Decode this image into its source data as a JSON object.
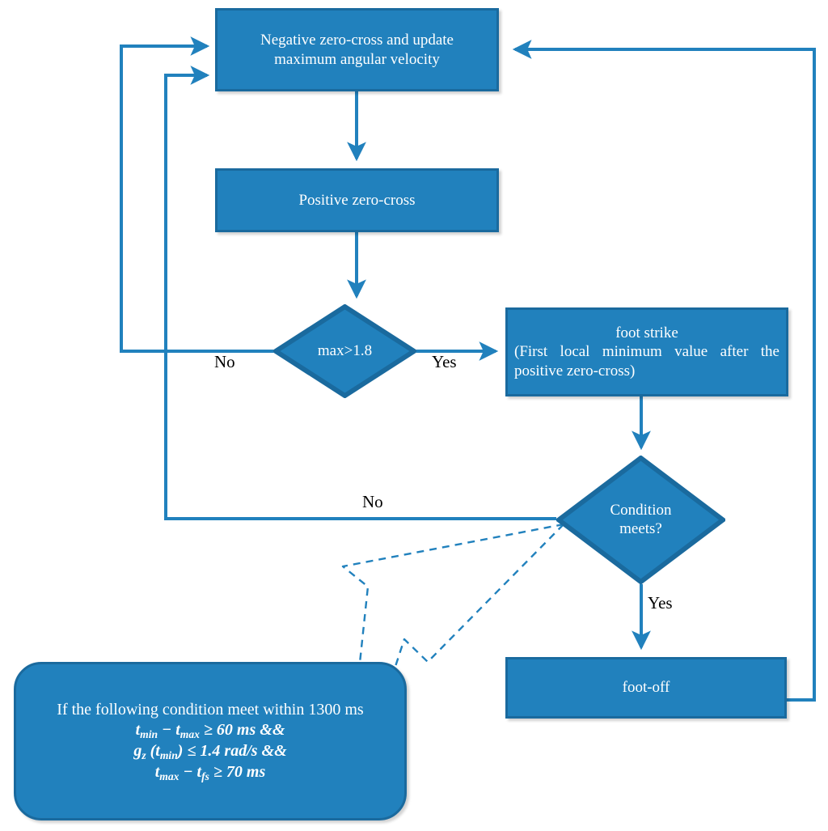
{
  "diagram": {
    "title": "Gait event detection flowchart",
    "colors": {
      "node_fill": "#2181bd",
      "node_border": "#1a6a9e",
      "edge": "#2181bd",
      "node_text": "#ffffff",
      "label_text": "#000000",
      "background": "#ffffff"
    }
  },
  "nodes": {
    "negative_zero_cross": {
      "shape": "process",
      "line_1": "Negative zero-cross and update",
      "line_2": "maximum angular velocity"
    },
    "positive_zero_cross": {
      "shape": "process",
      "label": "Positive zero-cross"
    },
    "max_decision": {
      "shape": "decision",
      "label": "max>1.8"
    },
    "foot_strike": {
      "shape": "process",
      "line_1": "foot strike",
      "line_2": "(First local minimum value after the positive zero-cross)"
    },
    "condition_decision": {
      "shape": "decision",
      "line_1": "Condition",
      "line_2": "meets?"
    },
    "foot_off": {
      "shape": "process",
      "label": "foot-off"
    },
    "condition_box": {
      "shape": "rounded-process",
      "line_1": "If the following condition meet within 1300 ms",
      "line_2_a": "t",
      "line_2_b": "min",
      "line_2_c": " − t",
      "line_2_d": "max",
      "line_2_e": " ≥ 60 ms &&",
      "line_3_a": "g",
      "line_3_b": "z",
      "line_3_c": " (t",
      "line_3_d": "min",
      "line_3_e": ") ≤ 1.4 rad/s &&",
      "line_4_a": "t",
      "line_4_b": "max",
      "line_4_c": " − t",
      "line_4_d": "fs",
      "line_4_e": " ≥ 70 ms"
    }
  },
  "edge_labels": {
    "max_no": "No",
    "max_yes": "Yes",
    "condition_no": "No",
    "condition_yes": "Yes"
  }
}
